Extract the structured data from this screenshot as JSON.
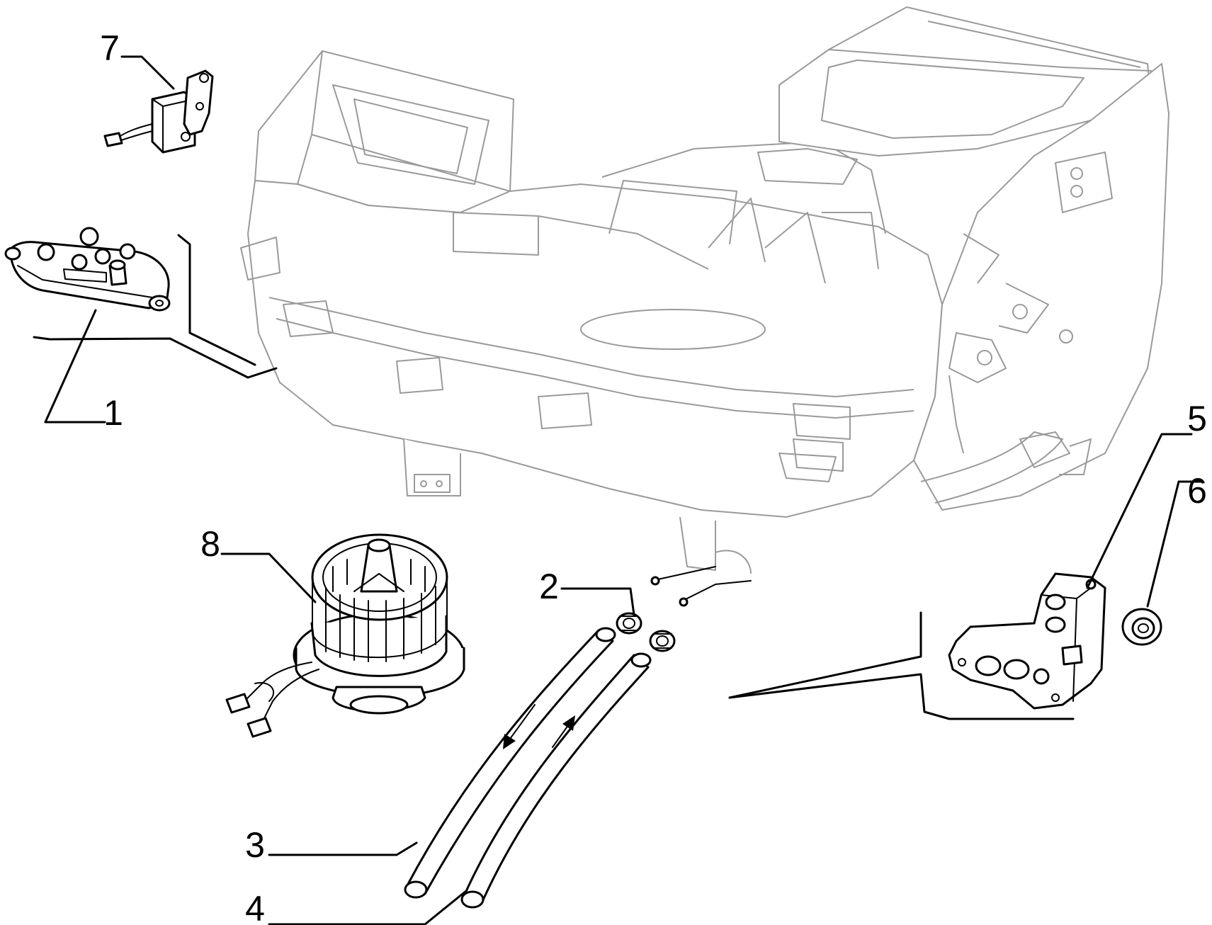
{
  "callouts": [
    {
      "id": "1",
      "label": "1"
    },
    {
      "id": "2",
      "label": "2"
    },
    {
      "id": "3",
      "label": "3"
    },
    {
      "id": "4",
      "label": "4"
    },
    {
      "id": "5",
      "label": "5"
    },
    {
      "id": "6",
      "label": "6"
    },
    {
      "id": "7",
      "label": "7"
    },
    {
      "id": "8",
      "label": "8"
    }
  ],
  "colors": {
    "line": "#000000",
    "housing": "#9a9a9a",
    "background": "#ffffff"
  },
  "parts": [
    {
      "ref": "1",
      "icon": "resistor-plate-icon"
    },
    {
      "ref": "2",
      "icon": "hose-clamp-icon"
    },
    {
      "ref": "3",
      "icon": "hose-icon"
    },
    {
      "ref": "4",
      "icon": "hose-icon"
    },
    {
      "ref": "5",
      "icon": "bracket-plate-icon"
    },
    {
      "ref": "6",
      "icon": "grommet-icon"
    },
    {
      "ref": "7",
      "icon": "actuator-icon"
    },
    {
      "ref": "8",
      "icon": "blower-fan-icon"
    },
    {
      "ref": "",
      "icon": "heater-housing-icon"
    }
  ]
}
